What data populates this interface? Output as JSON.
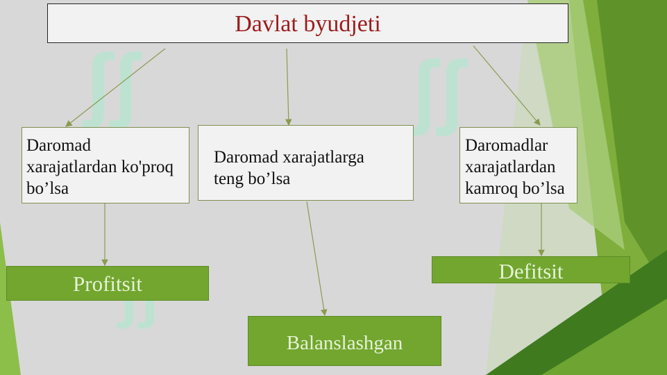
{
  "title": "Davlat byudjeti",
  "conditions": [
    "Daromad xarajatlardan ko'proq bo’lsa",
    "Daromad xarajatlarga teng bo’lsa",
    "Daromadlar xarajatlardan kamroq bo’lsa"
  ],
  "results": [
    "Profitsit",
    "Balanslashgan",
    "Defitsit"
  ],
  "colors": {
    "title_text": "#9c1c1c",
    "result_fill": "#72a62f",
    "arrow": "#8a9a50",
    "accent_green": "#7cb342"
  }
}
